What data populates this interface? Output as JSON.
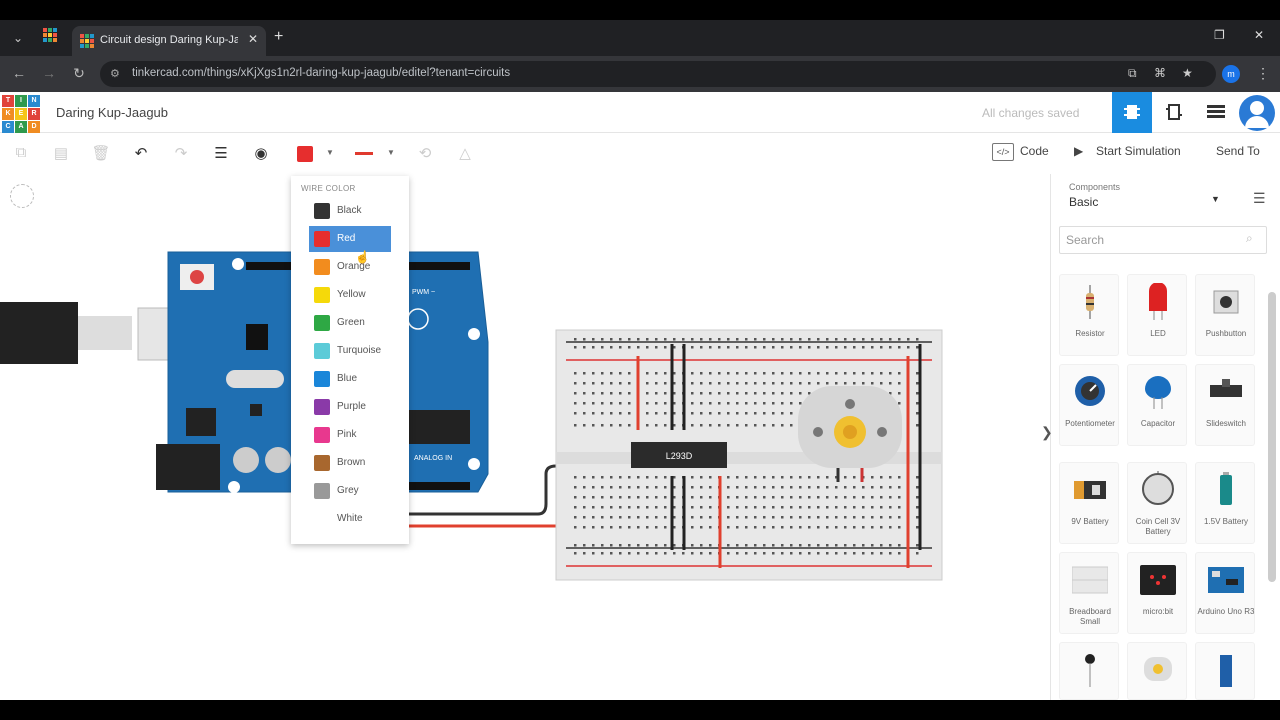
{
  "browser": {
    "tab_title": "Circuit design Daring Kup-Jaagub",
    "url": "tinkercad.com/things/xKjXgs1n2rl-daring-kup-jaagub/editel?tenant=circuits",
    "profile_initial": "m"
  },
  "app": {
    "project_title": "Daring Kup-Jaagub",
    "save_status": "All changes saved",
    "logo_letters": [
      "TIN",
      "KER",
      "CAD"
    ],
    "code_label": "Code",
    "simulate_label": "Start Simulation",
    "send_label": "Send To"
  },
  "wire_color_menu": {
    "title": "WIRE COLOR",
    "items": [
      {
        "label": "Black",
        "color": "#333333"
      },
      {
        "label": "Red",
        "color": "#e62e2e"
      },
      {
        "label": "Orange",
        "color": "#f28c1e"
      },
      {
        "label": "Yellow",
        "color": "#f5d90a"
      },
      {
        "label": "Green",
        "color": "#2ea844"
      },
      {
        "label": "Turquoise",
        "color": "#5ccbd8"
      },
      {
        "label": "Blue",
        "color": "#1a86d9"
      },
      {
        "label": "Purple",
        "color": "#8a3aa8"
      },
      {
        "label": "Pink",
        "color": "#e8388e"
      },
      {
        "label": "Brown",
        "color": "#a8672e"
      },
      {
        "label": "Grey",
        "color": "#999999"
      },
      {
        "label": "White",
        "color": "#ffffff"
      }
    ],
    "selected": "Red"
  },
  "circuit": {
    "ic_label": "L293D",
    "arduino_labels": [
      "PWM ~",
      "ANALOG IN"
    ]
  },
  "panel": {
    "components_label": "Components",
    "components_value": "Basic",
    "search_placeholder": "Search",
    "items": [
      {
        "label": "Resistor"
      },
      {
        "label": "LED"
      },
      {
        "label": "Pushbutton"
      },
      {
        "label": "Potentiometer"
      },
      {
        "label": "Capacitor"
      },
      {
        "label": "Slideswitch"
      },
      {
        "label": "9V Battery"
      },
      {
        "label": "Coin Cell 3V Battery"
      },
      {
        "label": "1.5V Battery"
      },
      {
        "label": "Breadboard Small"
      },
      {
        "label": "micro:bit"
      },
      {
        "label": "Arduino Uno R3"
      }
    ]
  }
}
